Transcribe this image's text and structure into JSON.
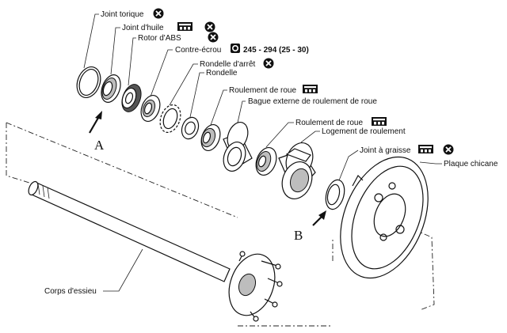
{
  "labels": {
    "joint_torique": "Joint torique",
    "joint_huile": "Joint d'huile",
    "rotor_abs": "Rotor d'ABS",
    "contre_ecrou": "Contre-écrou",
    "torque": "245 - 294 (25 - 30)",
    "rondelle_arret": "Rondelle d'arrêt",
    "rondelle": "Rondelle",
    "roulement_roue_1": "Roulement de roue",
    "bague_externe": "Bague externe de roulement de roue",
    "roulement_roue_2": "Roulement de roue",
    "logement_roulement": "Logement de roulement",
    "joint_graisse": "Joint à graisse",
    "plaque_chicane": "Plaque chicane",
    "corps_essieu": "Corps d'essieu",
    "marker_a": "A",
    "marker_b": "B"
  },
  "icons": {
    "replace": "circled-x-icon",
    "grease": "grease-gun-icon",
    "torque": "torque-wrench-icon"
  },
  "colors": {
    "line": "#111111",
    "background": "#ffffff"
  }
}
